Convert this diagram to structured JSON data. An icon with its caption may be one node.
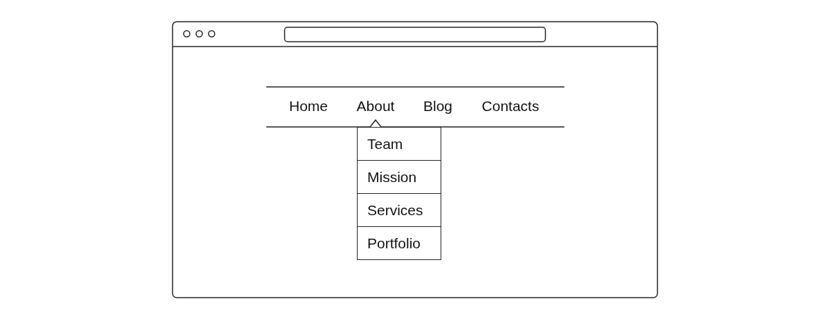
{
  "diagram": {
    "nodes": [
      {
        "text": [
          "Home",
          "About",
          "Blog",
          "Contacts"
        ]
      },
      {
        "text": [
          "Team"
        ]
      },
      {
        "text": [
          "Mission"
        ]
      },
      {
        "text": [
          "Services"
        ]
      },
      {
        "text": [
          "Portfolio"
        ]
      }
    ]
  }
}
